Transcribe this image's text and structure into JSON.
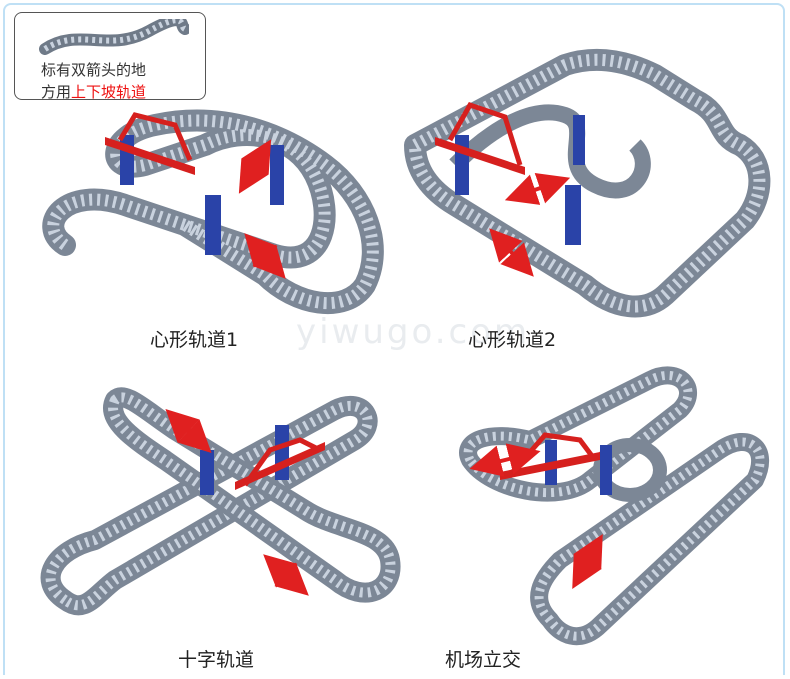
{
  "legend": {
    "line1": "标有双箭头的地",
    "line2_prefix": "方用",
    "line2_highlight": "上下坡轨道"
  },
  "captions": {
    "heart1": "心形轨道1",
    "heart2": "心形轨道2",
    "cross": "十字轨道",
    "airport": "机场立交"
  },
  "watermark": "yiwugo.com",
  "colors": {
    "track": "#7c8796",
    "track_dark": "#4b5463",
    "sleeper": "#c9d2de",
    "pillar": "#2a43a8",
    "bridge": "#d6201e",
    "arrow": "#e02020"
  }
}
